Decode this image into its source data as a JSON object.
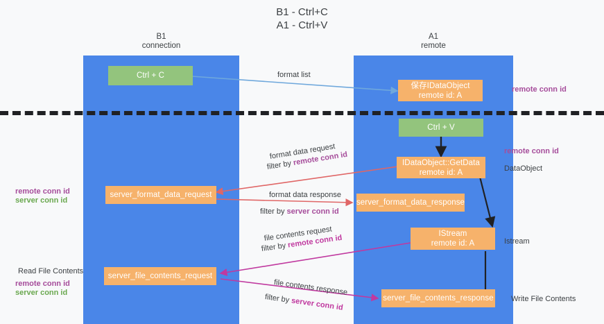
{
  "title": "B1 - Ctrl+C\nA1 - Ctrl+V",
  "columns": [
    {
      "name": "B1",
      "sub": "connection"
    },
    {
      "name": "A1",
      "sub": "remote"
    }
  ],
  "boxes": {
    "ctrl_c": {
      "label": "Ctrl + C",
      "color": "#93c47d"
    },
    "ctrl_v": {
      "label": "Ctrl + V",
      "color": "#93c47d"
    },
    "save_dataobject": {
      "line1": "保存IDataObject",
      "line2": "remote id: A",
      "color": "#f6b26b"
    },
    "getdata": {
      "line1": "IDataObject::GetData",
      "line2": "remote id: A",
      "color": "#f6b26b"
    },
    "istream": {
      "line1": "IStream",
      "line2": "remote id: A",
      "color": "#f6b26b"
    },
    "server_format_data_request": {
      "label": "server_format_data_request",
      "color": "#f6b26b"
    },
    "server_format_data_response": {
      "label": "server_format_data_response",
      "color": "#f6b26b"
    },
    "server_file_contents_request": {
      "label": "server_file_contents_request",
      "color": "#f6b26b"
    },
    "server_file_contents_response": {
      "label": "server_file_contents_response",
      "color": "#f6b26b"
    }
  },
  "edges": {
    "format_list": "format list",
    "format_data_request": "format data request",
    "format_data_request_filter_prefix": "filter by ",
    "format_data_request_filter_value": "remote conn id",
    "format_data_response": "format data response",
    "format_data_response_filter_prefix": "filter by ",
    "format_data_response_filter_value": "server conn id",
    "file_contents_request": "file contents request",
    "file_contents_request_filter_prefix": "filter by ",
    "file_contents_request_filter_value": "remote conn id",
    "file_contents_response": "file contents response",
    "file_contents_response_filter_prefix": "filter by ",
    "file_contents_response_filter_value": "server conn id"
  },
  "annotations": {
    "right_remote_conn_id_top": "remote conn id",
    "right_remote_conn_id_mid": "remote conn id",
    "right_dataobject": "DataObject",
    "right_istream": "Istream",
    "right_write_file_contents": "Write File Contents",
    "left_remote_conn_id_mid": "remote conn id",
    "left_server_conn_id_mid": "server conn id",
    "left_read_file_contents": "Read File Contents",
    "left_remote_conn_id_bot": "remote conn id",
    "left_server_conn_id_bot": "server conn id"
  },
  "colors": {
    "lane": "#4a86e8",
    "green_box": "#93c47d",
    "orange_box": "#f6b26b",
    "background": "#f8f9fa",
    "divider": "#202124",
    "arrow_format_list": "#6fa8dc",
    "arrow_format_data": "#e06666",
    "arrow_file_contents": "#c0399f",
    "arrow_flow": "#202124",
    "purple_text": "#a64d9b",
    "green_text": "#6aa84f"
  }
}
